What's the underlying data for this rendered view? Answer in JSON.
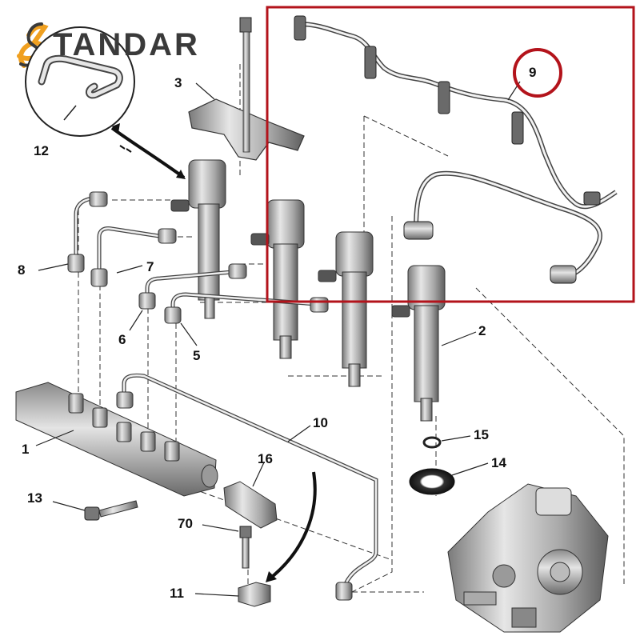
{
  "brand": {
    "name": "TANDAR",
    "logo_mark_color": "#f0a020"
  },
  "highlight": {
    "color": "#b3131b"
  },
  "callouts": [
    {
      "id": "n12",
      "text": "12"
    },
    {
      "id": "n3",
      "text": "3"
    },
    {
      "id": "n9",
      "text": "9"
    },
    {
      "id": "n8",
      "text": "8"
    },
    {
      "id": "n7",
      "text": "7"
    },
    {
      "id": "n6",
      "text": "6"
    },
    {
      "id": "n5",
      "text": "5"
    },
    {
      "id": "n2",
      "text": "2"
    },
    {
      "id": "n1",
      "text": "1"
    },
    {
      "id": "n10",
      "text": "10"
    },
    {
      "id": "n16",
      "text": "16"
    },
    {
      "id": "n15",
      "text": "15"
    },
    {
      "id": "n14",
      "text": "14"
    },
    {
      "id": "n13",
      "text": "13"
    },
    {
      "id": "n70",
      "text": "70"
    },
    {
      "id": "n11",
      "text": "11"
    }
  ]
}
